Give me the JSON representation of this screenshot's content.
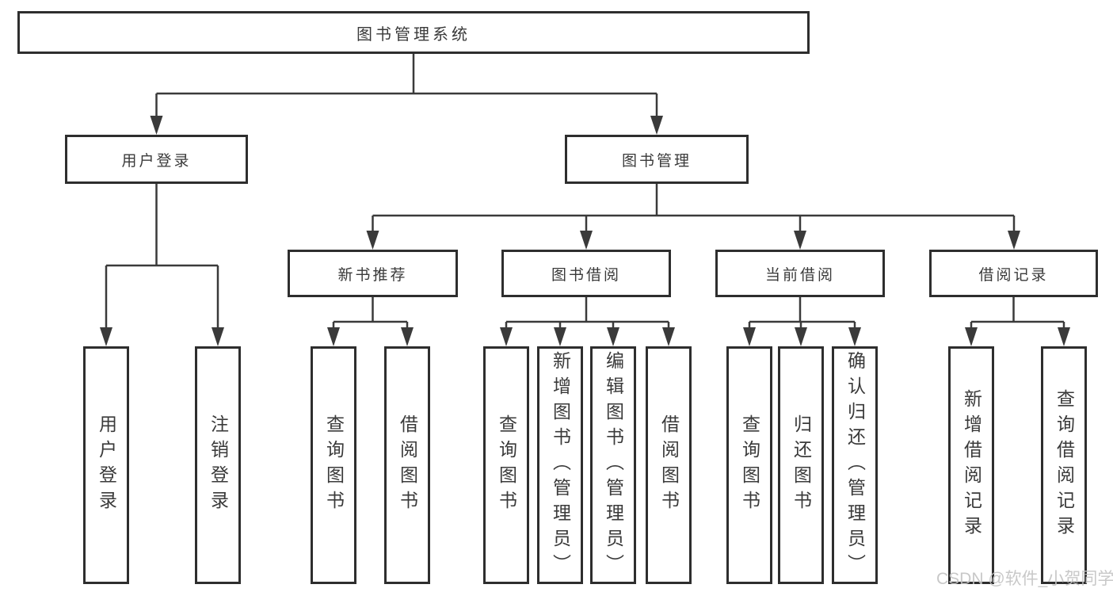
{
  "tree": {
    "label": "图书管理系统",
    "children": [
      {
        "label": "用户登录",
        "children": [
          {
            "label": "用户登录"
          },
          {
            "label": "注销登录"
          }
        ]
      },
      {
        "label": "图书管理",
        "children": [
          {
            "label": "新书推荐",
            "children": [
              {
                "label": "查询图书"
              },
              {
                "label": "借阅图书"
              }
            ]
          },
          {
            "label": "图书借阅",
            "children": [
              {
                "label": "查询图书"
              },
              {
                "label": "新增图书（管理员）"
              },
              {
                "label": "编辑图书（管理员）"
              },
              {
                "label": "借阅图书"
              }
            ]
          },
          {
            "label": "当前借阅",
            "children": [
              {
                "label": "查询图书"
              },
              {
                "label": "归还图书"
              },
              {
                "label": "确认归还（管理员）"
              }
            ]
          },
          {
            "label": "借阅记录",
            "children": [
              {
                "label": "新增借阅记录"
              },
              {
                "label": "查询借阅记录"
              }
            ]
          }
        ]
      }
    ]
  },
  "watermark": {
    "text": "CSDN @软件_小贺同学"
  },
  "colors": {
    "line": "#3a3a3a",
    "border": "#2e2e2e",
    "text": "#3a3a3a",
    "watermark": "#c3c3c3",
    "background": "#ffffff"
  }
}
